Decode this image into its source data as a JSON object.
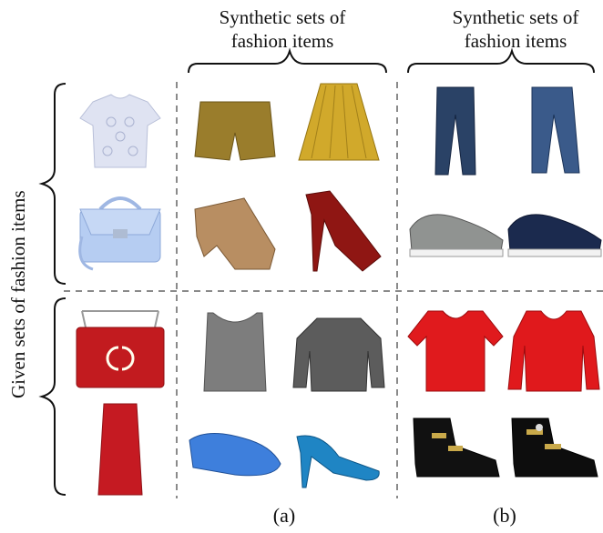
{
  "headers": {
    "col_a": [
      "Synthetic sets of",
      "fashion items"
    ],
    "col_b": [
      "Synthetic sets of",
      "fashion items"
    ]
  },
  "side_label": "Given sets of fashion items",
  "panel_labels": {
    "a": "(a)",
    "b": "(b)"
  },
  "grid": {
    "given": [
      "lace-blouse",
      "light-blue-handbag",
      "red-quilted-bag",
      "red-pencil-skirt"
    ],
    "synthetic_a": [
      "mustard-shorts",
      "gold-pleated-skirt",
      "tan-strappy-heels",
      "red-platform-heels",
      "grey-camisole",
      "grey-knit-sweater",
      "blue-loafer",
      "blue-stiletto"
    ],
    "synthetic_b": [
      "blue-jeans-1",
      "blue-jeans-2",
      "grey-sneaker",
      "navy-sneaker",
      "red-top-1",
      "red-top-2",
      "black-buckle-boot-1",
      "black-buckle-boot-2"
    ]
  },
  "colors": {
    "divider": "#8a8a8a",
    "brace": "#111111"
  }
}
